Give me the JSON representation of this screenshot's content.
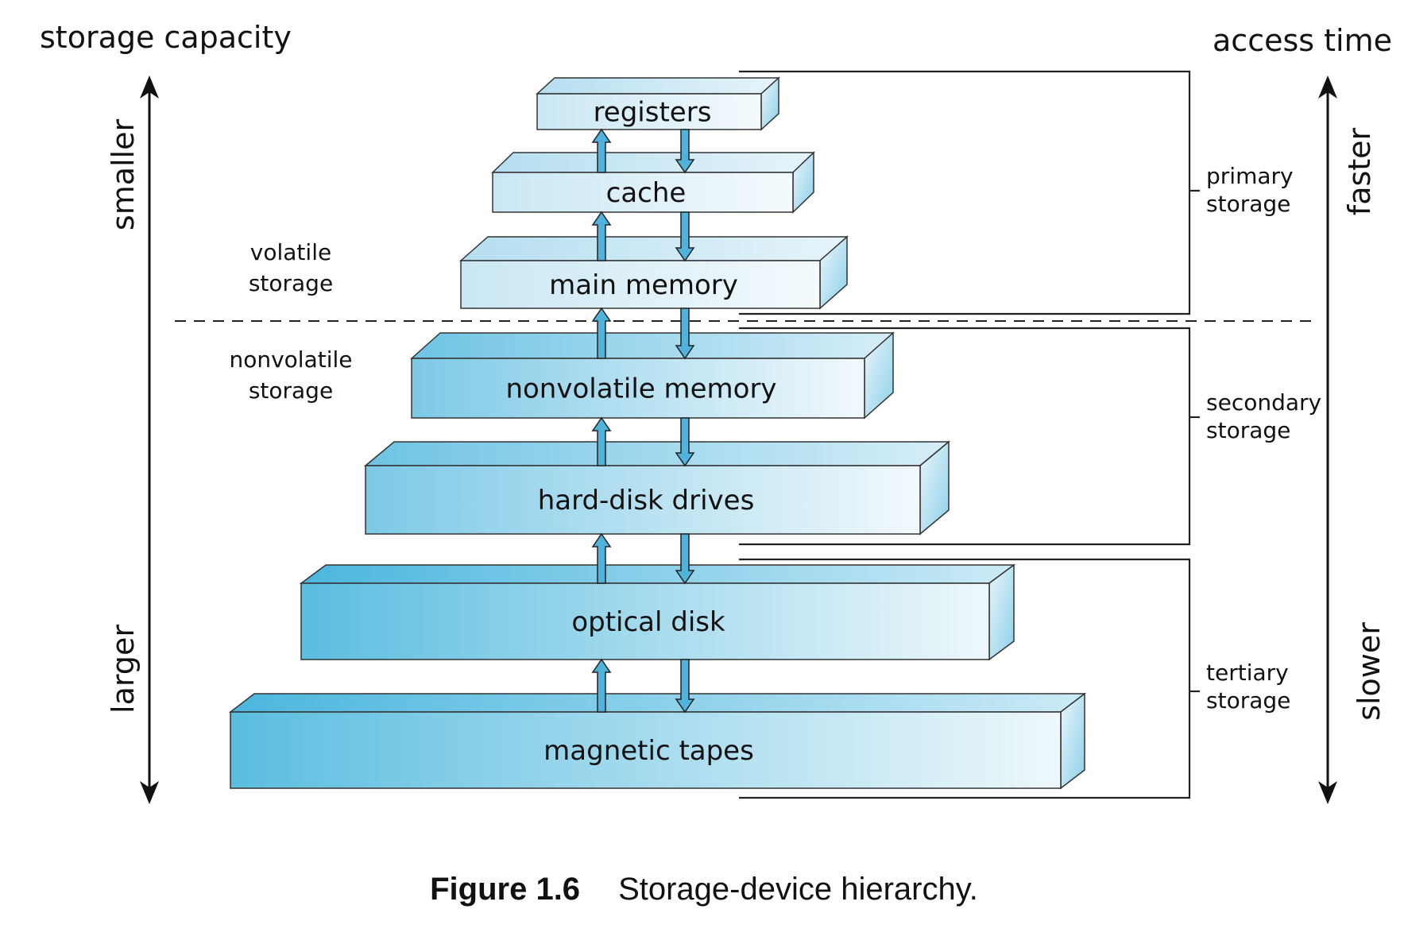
{
  "axes": {
    "left_title": "storage capacity",
    "left_top": "smaller",
    "left_bottom": "larger",
    "right_title": "access time",
    "right_top": "faster",
    "right_bottom": "slower"
  },
  "side_labels": {
    "volatile": [
      "volatile",
      "storage"
    ],
    "nonvolatile": [
      "nonvolatile",
      "storage"
    ]
  },
  "levels": [
    {
      "label": "registers"
    },
    {
      "label": "cache"
    },
    {
      "label": "main memory"
    },
    {
      "label": "nonvolatile memory"
    },
    {
      "label": "hard-disk drives"
    },
    {
      "label": "optical disk"
    },
    {
      "label": "magnetic tapes"
    }
  ],
  "groups": [
    {
      "lines": [
        "primary",
        "storage"
      ]
    },
    {
      "lines": [
        "secondary",
        "storage"
      ]
    },
    {
      "lines": [
        "tertiary",
        "storage"
      ]
    }
  ],
  "caption": {
    "number": "Figure 1.6",
    "text": "Storage-device hierarchy."
  },
  "colors": {
    "box_dark": "#5bbde0",
    "box_light": "#f2f9fc",
    "arrow": "#4fb3dc",
    "stroke": "#222222"
  }
}
